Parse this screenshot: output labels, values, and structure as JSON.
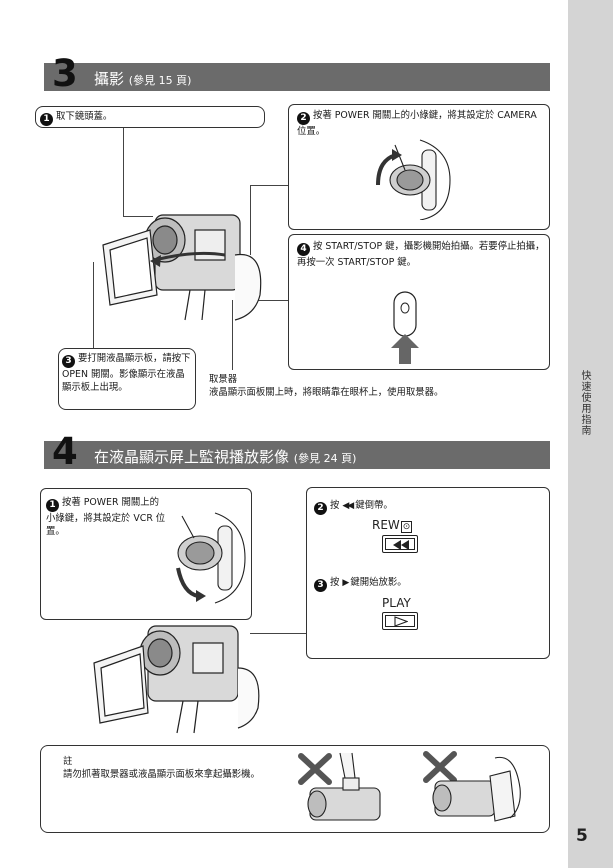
{
  "page": {
    "number": "5",
    "side_tab": "快速使用指南"
  },
  "step3": {
    "number": "3",
    "title": "攝影",
    "ref": "(參見 15 頁)",
    "items": [
      {
        "num": "1",
        "text": "取下鏡頭蓋。"
      },
      {
        "num": "2",
        "text": "按著 POWER 開關上的小綠鍵，將其設定於 CAMERA 位置。"
      },
      {
        "num": "4",
        "text": "按 START/STOP 鍵，攝影機開始拍攝。若要停止拍攝，再按一次 START/STOP 鍵。"
      },
      {
        "num": "3",
        "text": "要打開液晶顯示板，請按下 OPEN 開關。影像顯示在液晶顯示板上出現。"
      }
    ],
    "viewfinder_label": "取景器",
    "viewfinder_note": "液晶顯示面板關上時，將眼睛靠在眼杯上，使用取景器。"
  },
  "step4": {
    "number": "4",
    "title": "在液晶顯示屏上監視播放影像",
    "ref": "(參見 24 頁)",
    "item1": {
      "num": "1",
      "text": "按著 POWER 開關上的小綠鍵，將其設定於 VCR 位置。"
    },
    "item2": {
      "num": "2",
      "pre": "按",
      "post": "鍵倒帶。",
      "button": "REW"
    },
    "item3": {
      "num": "3",
      "pre": "按",
      "post": "鍵開始放影。",
      "button": "PLAY"
    }
  },
  "note": {
    "title": "註",
    "text": "請勿抓著取景器或液晶顯示面板來拿起攝影機。"
  },
  "icons": {
    "circle_number": "filled-circle-number",
    "rewind": "rewind-icon",
    "play": "play-icon",
    "prohibit": "x-mark-icon"
  }
}
